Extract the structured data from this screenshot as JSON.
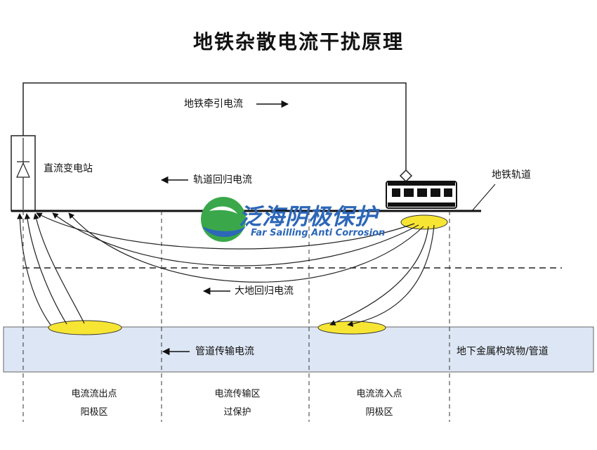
{
  "title": "地铁杂散电流干扰原理",
  "labels": {
    "traction_current": "地铁牵引电流",
    "dc_substation": "直流变电站",
    "rail_return": "轨道回归电流",
    "subway_track": "地铁轨道",
    "earth_return": "大地回归电流",
    "pipe_current": "管道传输电流",
    "underground": "地下金属构筑物/管道"
  },
  "zones": [
    {
      "line1": "电流流出点",
      "line2": "阳极区"
    },
    {
      "line1": "电流传输区",
      "line2": "过保护"
    },
    {
      "line1": "电流流入点",
      "line2": "阴极区"
    }
  ],
  "watermark": {
    "name_cn": "泛海阴极保护",
    "name_en": "Far Sailling Anti Corrosion"
  },
  "colors": {
    "pipe_band": "#dde6f4",
    "hotspot": "#f7e533",
    "logo_blue": "#2c67b8",
    "logo_green": "#3aa84a"
  }
}
